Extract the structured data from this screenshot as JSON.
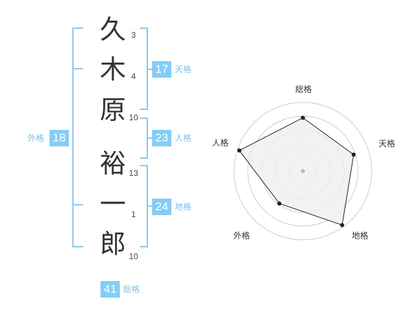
{
  "name": {
    "characters": [
      {
        "char": "久",
        "strokes": "3"
      },
      {
        "char": "木",
        "strokes": "4"
      },
      {
        "char": "原",
        "strokes": "10"
      },
      {
        "char": "裕",
        "strokes": "13"
      },
      {
        "char": "一",
        "strokes": "1"
      },
      {
        "char": "郎",
        "strokes": "10"
      }
    ]
  },
  "kakusuu": {
    "tenkaku": {
      "value": "17",
      "label": "天格"
    },
    "jinkaku": {
      "value": "23",
      "label": "人格"
    },
    "chikaku": {
      "value": "24",
      "label": "地格"
    },
    "gaikaku": {
      "value": "18",
      "label": "外格"
    },
    "soukaku": {
      "value": "41",
      "label": "総格"
    }
  },
  "radar": {
    "axes": [
      "総格",
      "天格",
      "地格",
      "外格",
      "人格"
    ],
    "scores": [
      4,
      4,
      5,
      3,
      5
    ],
    "max": 5,
    "colors": {
      "fill": "#efefef",
      "line": "#222222",
      "grid": "#cccccc",
      "center": "#bbbbbb"
    }
  },
  "colors": {
    "accent": "#83cdf7",
    "bracket": "#8cc9ee",
    "label": "#7ec2ea"
  }
}
